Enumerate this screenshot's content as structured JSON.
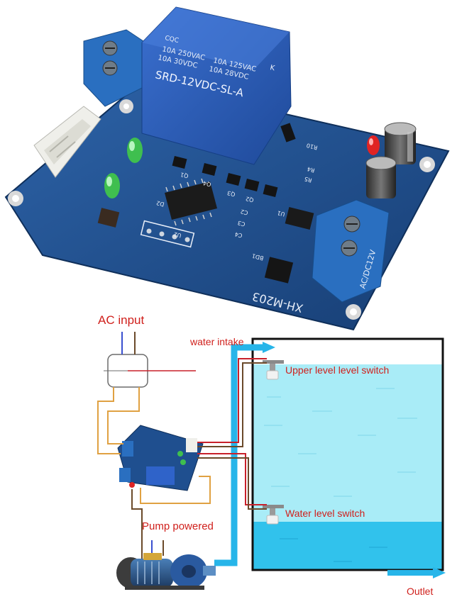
{
  "relay": {
    "brand": "SRD-12VDC-SL-A",
    "line1": "10A 250VAC",
    "line2": "10A 30VDC",
    "line3": "10A 125VAC",
    "line4": "10A 28VDC",
    "mark": "CQC"
  },
  "board": {
    "model": "XH-M203",
    "power": "AC/DC12V",
    "refs": {
      "d2": "D2",
      "u2": "U2",
      "r10": "R10",
      "q1": "Q1",
      "q2": "Q2",
      "q3": "Q3",
      "q4": "Q4",
      "bd1": "BD1",
      "u1": "U1",
      "c2": "C2",
      "c3": "C3",
      "c4": "C4",
      "r4": "R4",
      "r5": "R5",
      "k": "K"
    }
  },
  "labels": {
    "ac_input": "AC input",
    "water_intake": "water intake",
    "upper_switch": "Upper level level switch",
    "lower_switch": "Water level switch",
    "pump": "Pump powered",
    "outlet": "Outlet"
  },
  "colors": {
    "label_red": "#d0201c",
    "pcb_blue": "#1f4f8f",
    "relay_blue": "#2a5ab5",
    "water_light": "#a9ecf7",
    "water_deep": "#31c2ec",
    "pipe": "#27b5e9",
    "wire_orange": "#e0a142",
    "wire_brown": "#6b4a2a",
    "wire_red": "#c8202a",
    "terminal_blue": "#2a6fc0",
    "connector_white": "#efefea"
  },
  "icons": [
    "relay-module-photo",
    "ac-contactor-icon",
    "pump-icon",
    "float-switch-icon"
  ]
}
